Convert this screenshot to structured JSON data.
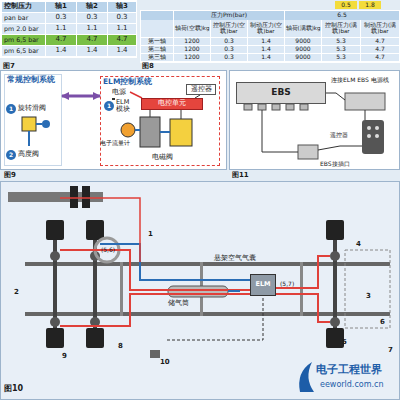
{
  "diagram": {
    "nodes": [
      {
        "text": [
          "常规控制系统"
        ]
      },
      {
        "text": [
          "ELM控制系统"
        ]
      },
      {
        "text": [
          "电控单元"
        ],
        "in": 1
      },
      {
        "text": [
          "EBS"
        ]
      },
      {
        "text": [
          "ELM"
        ]
      }
    ],
    "edges": [
      {
        "from": 0,
        "to": 1,
        "arrow": "both"
      }
    ],
    "labels": [
      "控制压力",
      "轴1",
      "轴2",
      "轴3",
      "pan bar",
      "0.3",
      "0.3",
      "0.3",
      "pm 2.0 bar",
      "1.1",
      "1.1",
      "1.1",
      "pm 6,5 bar",
      "4.7",
      "4.7",
      "4.7",
      "pm 6,5 bar",
      "1.4",
      "1.4",
      "1.4",
      "图7",
      "0.5",
      "1.8",
      "压力Pm(bar)",
      "6.5",
      "轴荷(空载)kg",
      "控制压力(空载)bar",
      "制动压力(空载)bar",
      "轴荷(满载)kg",
      "控制压力(满载)bar",
      "制动压力(满载)bar",
      "第一轴",
      "1200",
      "0.3",
      "1.4",
      "9000",
      "5.3",
      "4.7",
      "第二轴",
      "1200",
      "0.3",
      "1.4",
      "9000",
      "5.3",
      "4.7",
      "第三轴",
      "1200",
      "0.3",
      "1.4",
      "9000",
      "5.3",
      "4.7",
      "图8",
      "1",
      "旋转滑阀",
      "2",
      "高度阀",
      "电源",
      "遥控器",
      "1",
      "ELM 模块",
      "电子流量计",
      "电磁阀",
      "图9",
      "连接ELM EBS 电源线",
      "遥控器",
      "EBS接插口",
      "图11",
      "悬架空气气囊",
      "储气筒",
      "(5,6)",
      "(5,7)",
      "1",
      "2",
      "3",
      "4",
      "5",
      "6",
      "7",
      "8",
      "9",
      "10",
      "图10",
      "电子工程世界",
      "eeworld.com.cn"
    ]
  }
}
